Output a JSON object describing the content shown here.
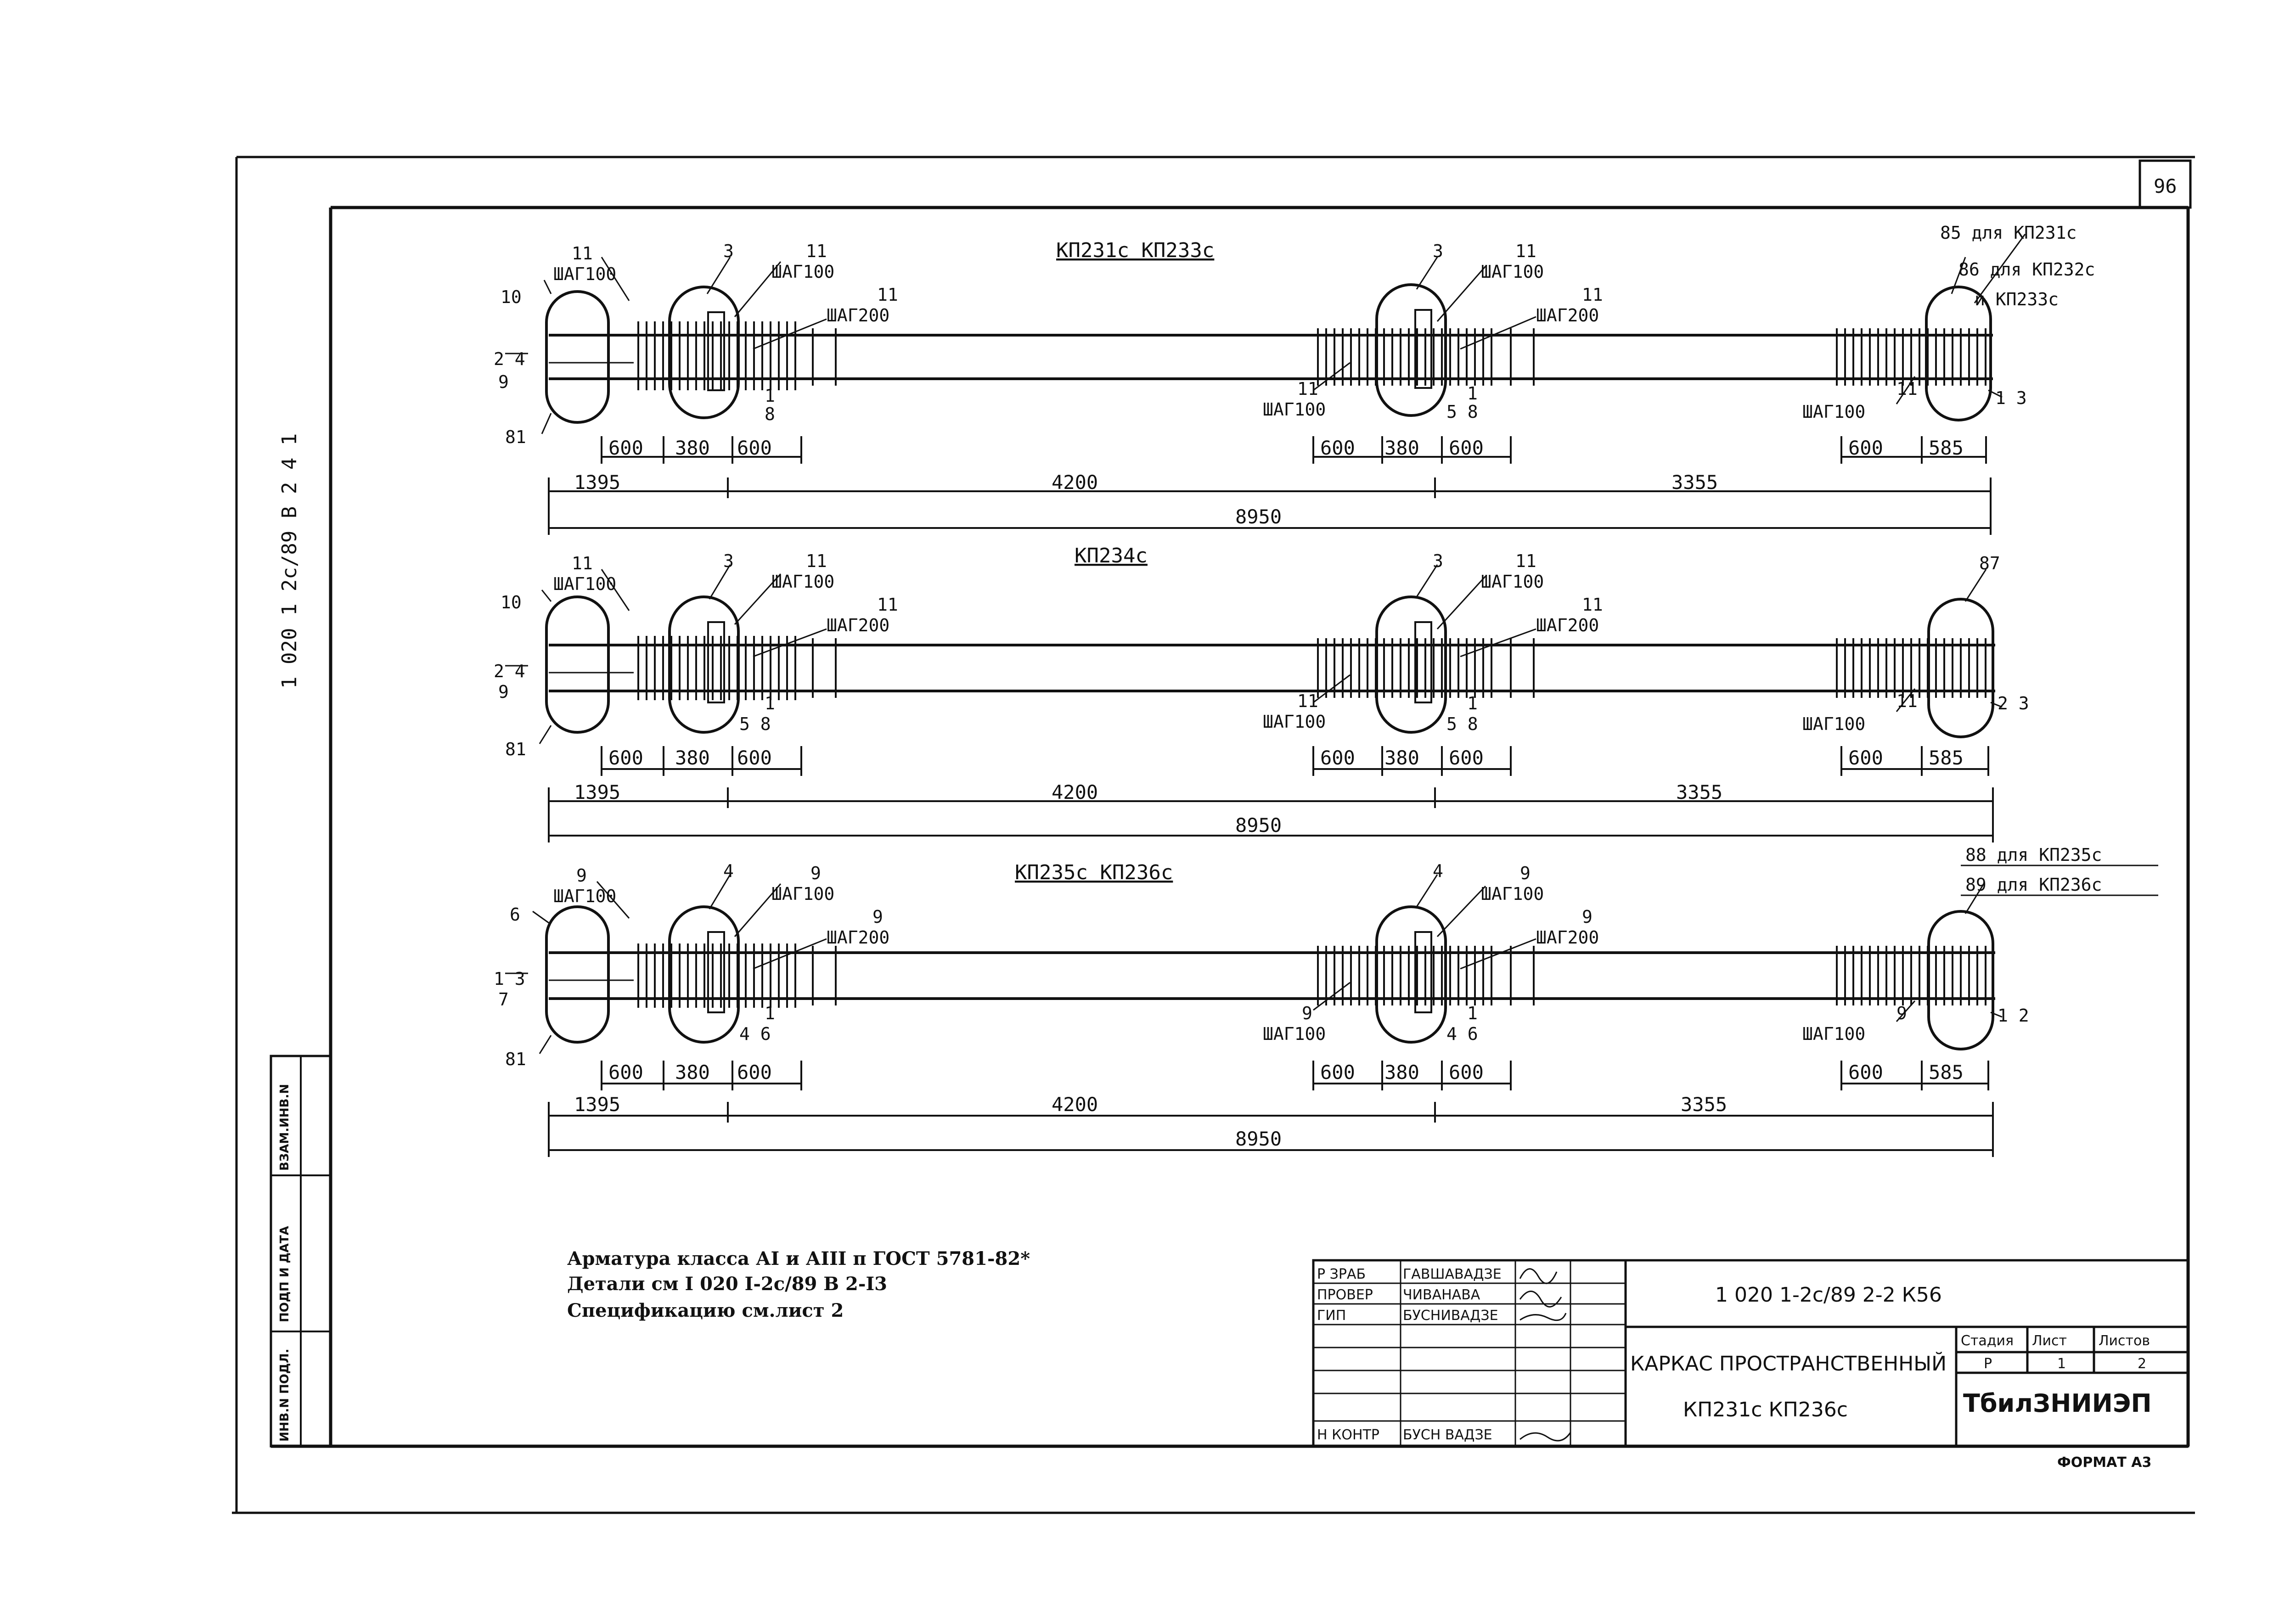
{
  "page": {
    "sheet_corner_number": "96",
    "side_code": "1 020 1 2c/89 В 2 4 1",
    "format_note": "ФОРМАТ А3"
  },
  "cages": [
    {
      "title": "КП231с КП233с",
      "left_end_marks": [
        "10",
        "2 4",
        "9",
        "81"
      ],
      "right_end_marks": [
        "85 для КП231с",
        "86 для КП232с",
        "и КП233с",
        "1 3"
      ],
      "node1": {
        "num": "3",
        "labels": [
          "11",
          "ШАГ100",
          "11",
          "ШАГ100",
          "11",
          "ШАГ200"
        ],
        "below": [
          "1",
          "8"
        ]
      },
      "node2": {
        "num": "3",
        "labels": [
          "11",
          "ШАГ100",
          "11",
          "ШАГ200"
        ],
        "below_left": [
          "11",
          "ШАГ100"
        ],
        "below": [
          "1",
          "5 8"
        ]
      },
      "right_step": [
        "11",
        "ШАГ100"
      ],
      "dims_small": [
        "600",
        "380",
        "600",
        "600",
        "380",
        "600",
        "600",
        "585"
      ],
      "dims_mid": [
        "1395",
        "4200",
        "3355"
      ],
      "dim_total": "8950"
    },
    {
      "title": "КП234с",
      "left_end_marks": [
        "10",
        "2 4",
        "9",
        "81"
      ],
      "right_end_marks": [
        "87",
        "2 3"
      ],
      "node1": {
        "num": "3",
        "labels": [
          "11",
          "ШАГ100",
          "11",
          "ШАГ100",
          "11",
          "ШАГ200"
        ],
        "below": [
          "1",
          "5 8"
        ]
      },
      "node2": {
        "num": "3",
        "labels": [
          "11",
          "ШАГ100",
          "11",
          "ШАГ200"
        ],
        "below_left": [
          "11",
          "ШАГ100"
        ],
        "below": [
          "1",
          "5 8"
        ]
      },
      "right_step": [
        "11",
        "ШАГ100"
      ],
      "dims_small": [
        "600",
        "380",
        "600",
        "600",
        "380",
        "600",
        "600",
        "585"
      ],
      "dims_mid": [
        "1395",
        "4200",
        "3355"
      ],
      "dim_total": "8950"
    },
    {
      "title": "КП235с КП236с",
      "left_end_marks": [
        "6",
        "1 3",
        "7",
        "81"
      ],
      "right_end_marks": [
        "88 для КП235с",
        "89 для КП236с",
        "1 2"
      ],
      "node1": {
        "num": "4",
        "labels": [
          "9",
          "ШАГ100",
          "9",
          "ШАГ100",
          "9",
          "ШАГ200"
        ],
        "below": [
          "1",
          "4 6"
        ]
      },
      "node2": {
        "num": "4",
        "labels": [
          "9",
          "ШАГ100",
          "9",
          "ШАГ200"
        ],
        "below_left": [
          "9",
          "ШАГ100"
        ],
        "below": [
          "1",
          "4 6"
        ]
      },
      "right_step": [
        "9",
        "ШАГ100"
      ],
      "dims_small": [
        "600",
        "380",
        "600",
        "600",
        "380",
        "600",
        "600",
        "585"
      ],
      "dims_mid": [
        "1395",
        "4200",
        "3355"
      ],
      "dim_total": "8950"
    }
  ],
  "notes": [
    "Арматура класса АI и АIII п ГОСТ 5781-82*",
    "Детали см I 020 I-2с/89 В 2-I3",
    "Спецификацию см.лист 2"
  ],
  "side_stamp": [
    "ИНВ.N ПОДЛ.",
    "ПОДП И ДАТА",
    "ВЗАМ.ИНВ.N"
  ],
  "title_block": {
    "roles": [
      {
        "role": "Р ЗРАБ",
        "name": "ГАВШАВАДЗЕ"
      },
      {
        "role": "ПРОВЕР",
        "name": "ЧИВАНАВА"
      },
      {
        "role": "ГИП",
        "name": "БУСНИВАДЗЕ"
      },
      {
        "role": "",
        "name": ""
      },
      {
        "role": "",
        "name": ""
      },
      {
        "role": "",
        "name": ""
      },
      {
        "role": "Н КОНТР",
        "name": "БУСН ВАДЗЕ"
      }
    ],
    "doc_code": "1 020 1-2с/89 2-2 К56",
    "title_line1": "КАРКАС ПРОСТРАНСТВЕННЫЙ",
    "title_line2": "КП231с КП236с",
    "stage_header": "Стадия",
    "sheet_header": "Лист",
    "sheets_header": "Листов",
    "stage": "Р",
    "sheet": "1",
    "sheets": "2",
    "org": "ТбилЗНИИЭП"
  }
}
